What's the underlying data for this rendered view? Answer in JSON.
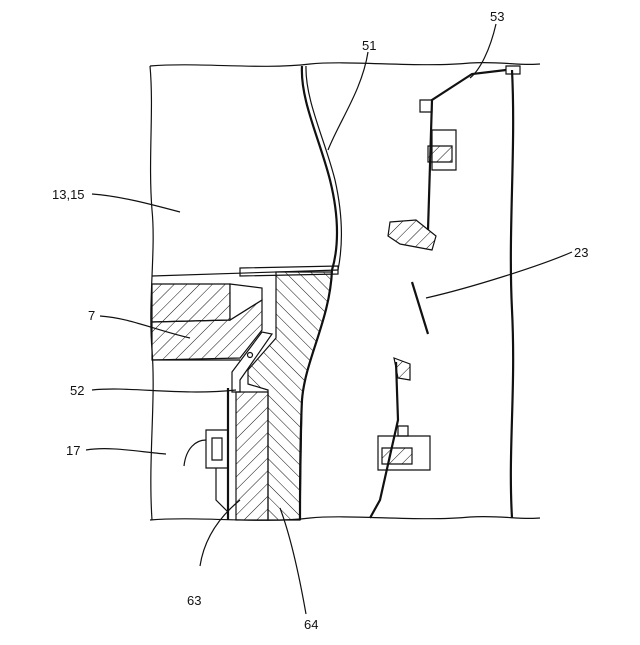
{
  "labels": {
    "l53": "53",
    "l51": "51",
    "l1315": "13,15",
    "l23": "23",
    "l7": "7",
    "l52": "52",
    "l17": "17",
    "l63": "63",
    "l64": "64"
  },
  "colors": {
    "line": "#111111",
    "background": "#ffffff"
  }
}
